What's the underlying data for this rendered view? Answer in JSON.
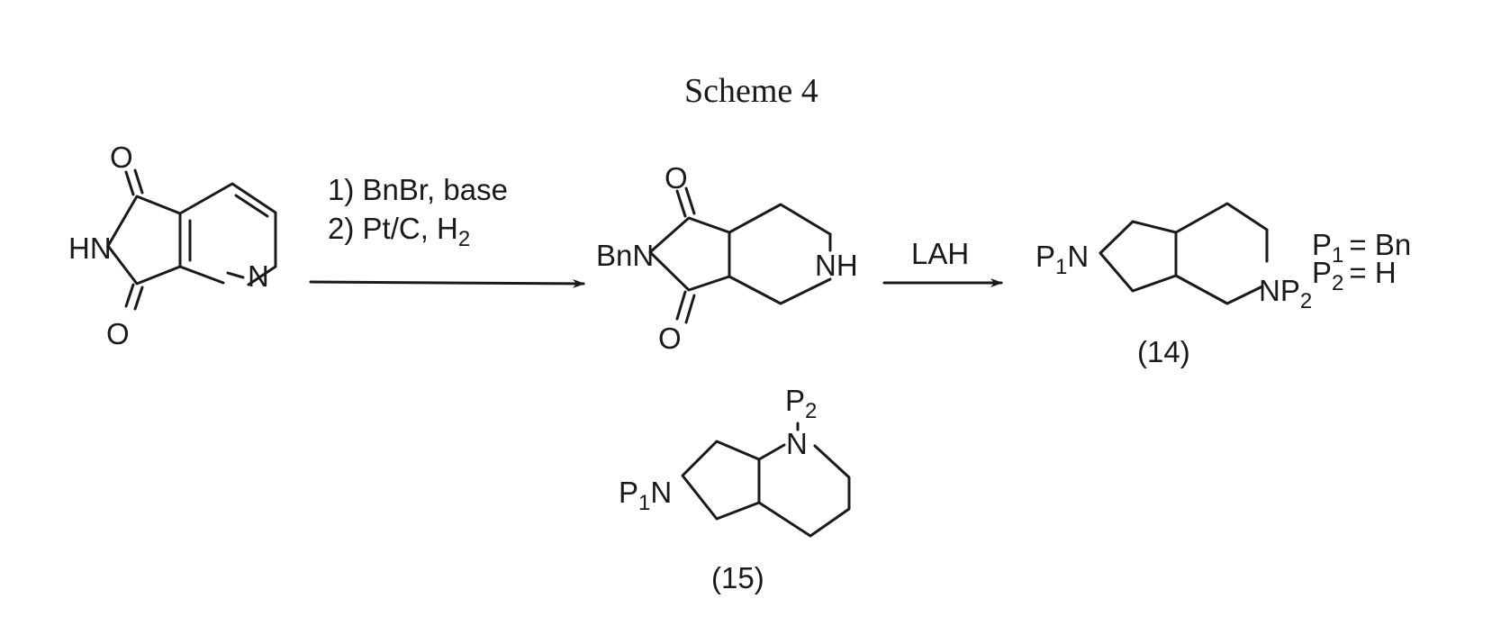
{
  "title": "Scheme 4",
  "reaction1": {
    "step1": "1) BnBr, base",
    "step2_prefix": "2) Pt/C, H",
    "step2_subscript": "2"
  },
  "reaction2": {
    "reagent": "LAH"
  },
  "starting_material": {
    "oxygen_top": "O",
    "oxygen_bottom": "O",
    "imide_nh": "HN",
    "pyridine_n": "N"
  },
  "intermediate": {
    "oxygen_top": "O",
    "oxygen_bottom": "O",
    "benzyl_n": "BnN",
    "amine": "NH"
  },
  "compound14": {
    "label": "(14)",
    "p1_symbol": "P",
    "p1_subscript": "1",
    "ring_n": "N",
    "np2_symbol": "NP",
    "p2_subscript": "2"
  },
  "definitions": {
    "p1_symbol": "P",
    "p1_subscript": "1",
    "p1_value": "= Bn",
    "p2_symbol": "P",
    "p2_subscript": "2",
    "p2_value": "= H"
  },
  "compound15": {
    "label": "(15)",
    "p1_symbol": "P",
    "p1_subscript": "1",
    "ring_n": "N",
    "top_n": "N",
    "p2_symbol": "P",
    "p2_subscript": "2"
  }
}
